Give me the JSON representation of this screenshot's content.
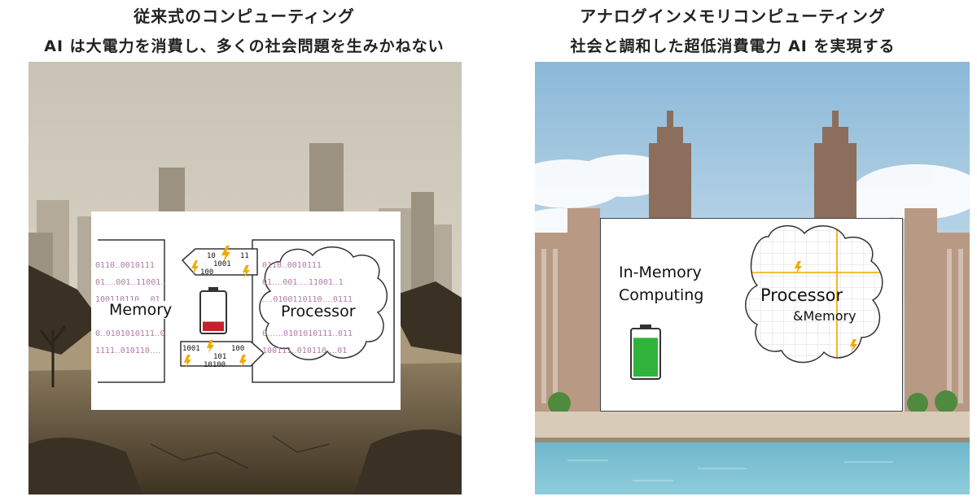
{
  "left": {
    "heading_line1": "従来式のコンピューティング",
    "heading_line2": "AI は大電力を消費し、多くの社会問題を生みかねない",
    "memory_label": "Memory",
    "processor_label": "Processor",
    "memory_bits": "0110‥0010111\n01‥‥001‥11001‥\n100110110‥‥01\n\n0‥0101010111‥0\n1111‥010110‥‥\n011101000‥01",
    "processor_bits": "0110‥0010111\n01‥‥001‥‥11001‥1\n‥‥0100110110‥‥0111\n\n0‥‥‥0101010111‥011\n100111‥010110‥‥01\n01110100‥01",
    "packet_top": [
      "10",
      "11",
      "1001",
      "100"
    ],
    "packet_bottom": [
      "1001",
      "100",
      "101",
      "10100"
    ],
    "battery_level": 0.25,
    "battery_color": "#c8202a"
  },
  "right": {
    "heading_line1": "アナログインメモリコンピューティング",
    "heading_line2": "社会と調和した超低消費電力 AI を実現する",
    "title_line1": "In-Memory",
    "title_line2": "Computing",
    "processor_label": "Processor",
    "memory_label": "&Memory",
    "battery_level": 0.85,
    "battery_color": "#2fb33a"
  },
  "colors": {
    "lightning": "#f2a900",
    "grid_accent": "#f2b318",
    "bits": "#b07ba8"
  }
}
